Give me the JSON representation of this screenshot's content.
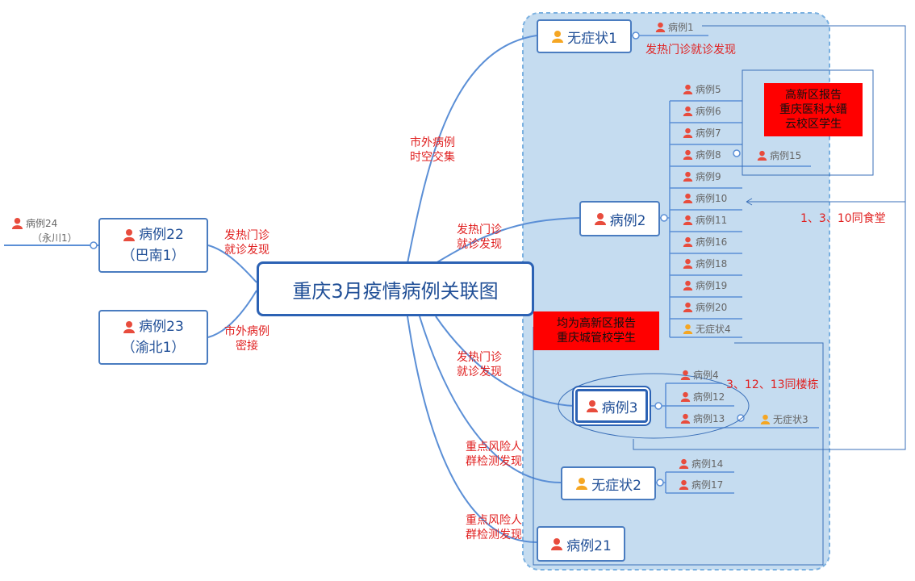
{
  "center": {
    "title": "重庆3月疫情病例关联图"
  },
  "nodes": {
    "wuzheng1": "无症状1",
    "case2": "病例2",
    "case3": "病例3",
    "wuzheng2": "无症状2",
    "case21": "病例21",
    "case22": {
      "line1": "病例22",
      "line2": "（巴南1）"
    },
    "case23": {
      "line1": "病例23",
      "line2": "（渝北1）"
    },
    "case24": {
      "line1": "病例24",
      "line2": "（永川1）"
    }
  },
  "leaves": {
    "case1": "病例1",
    "case2_children": [
      "病例5",
      "病例6",
      "病例7",
      "病例8",
      "病例9",
      "病例10",
      "病例11",
      "病例16",
      "病例18",
      "病例19",
      "病例20",
      "无症状4"
    ],
    "case15": "病例15",
    "case3_children": [
      "病例4",
      "病例12",
      "病例13"
    ],
    "wuzheng3": "无症状3",
    "wuzheng2_children": [
      "病例14",
      "病例17"
    ]
  },
  "labels": {
    "fever_clinic": "发热门诊就诊发现",
    "outside_spacetime": [
      "市外病例",
      "时空交集"
    ],
    "fever_clinic_2": [
      "发热门诊",
      "就诊发现"
    ],
    "fever_clinic_3": [
      "发热门诊",
      "就诊发现"
    ],
    "risk_group_1": [
      "重点风险人",
      "群检测发现"
    ],
    "risk_group_2": [
      "重点风险人",
      "群检测发现"
    ],
    "fever_clinic_22": [
      "发热门诊",
      "就诊发现"
    ],
    "outside_contact": [
      "市外病例",
      "密接"
    ],
    "canteen": "1、3、10同食堂",
    "building": "3、12、13同楼栋"
  },
  "notes": {
    "gaoxin_medical": [
      "高新区报告",
      "重庆医科大缙",
      "云校区学生"
    ],
    "gaoxin_urban": [
      "均为高新区报告",
      "重庆城管校学生"
    ]
  },
  "colors": {
    "case_icon": "#e84c3d",
    "asym_icon": "#f5a623",
    "line": "#5b8fd6",
    "node_border": "#4a7cc0",
    "region_fill": "#c5dcf0",
    "region_border": "#7ab0e0",
    "label_red": "#e02020",
    "note_red": "#ff0000"
  }
}
